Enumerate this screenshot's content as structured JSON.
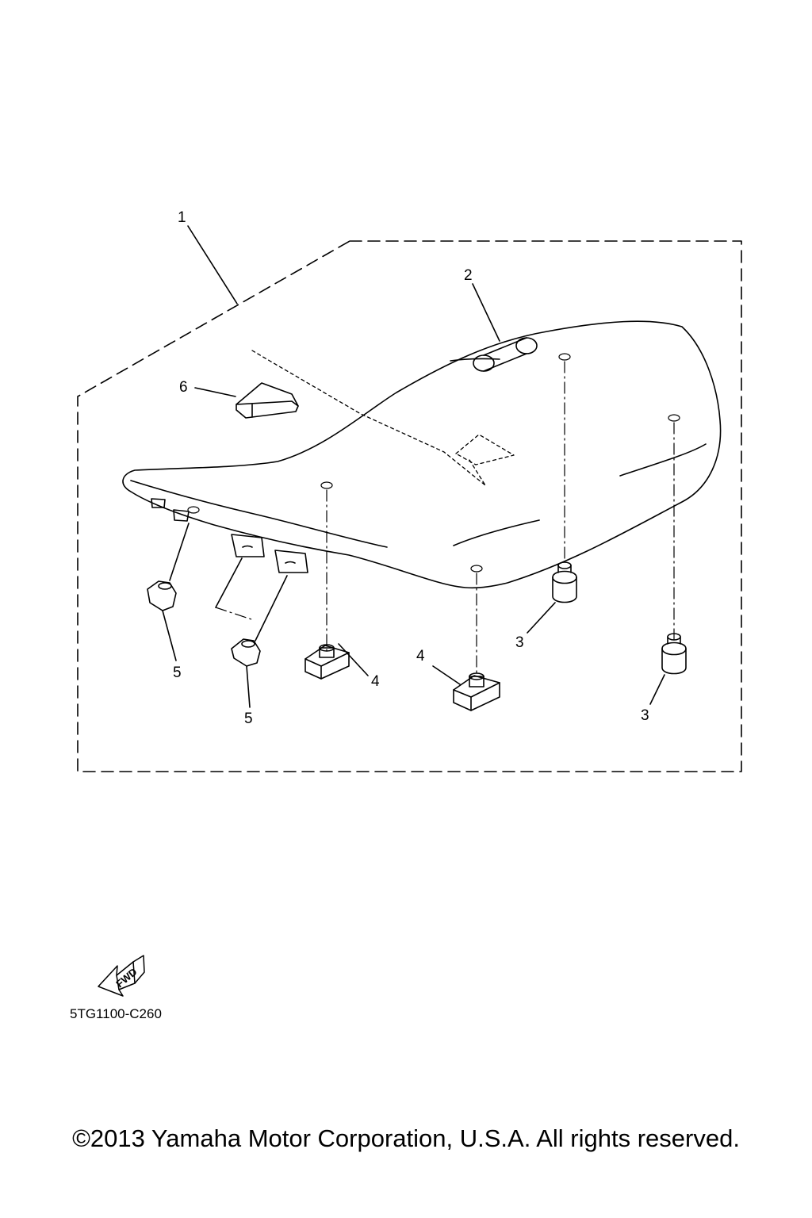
{
  "callouts": {
    "c1": "1",
    "c2": "2",
    "c3a": "3",
    "c3b": "3",
    "c4a": "4",
    "c4b": "4",
    "c5a": "5",
    "c5b": "5",
    "c6": "6"
  },
  "fwd_label": "FWD",
  "part_code": "5TG1100-C260",
  "copyright": "©2013 Yamaha Motor Corporation, U.S.A. All rights reserved."
}
